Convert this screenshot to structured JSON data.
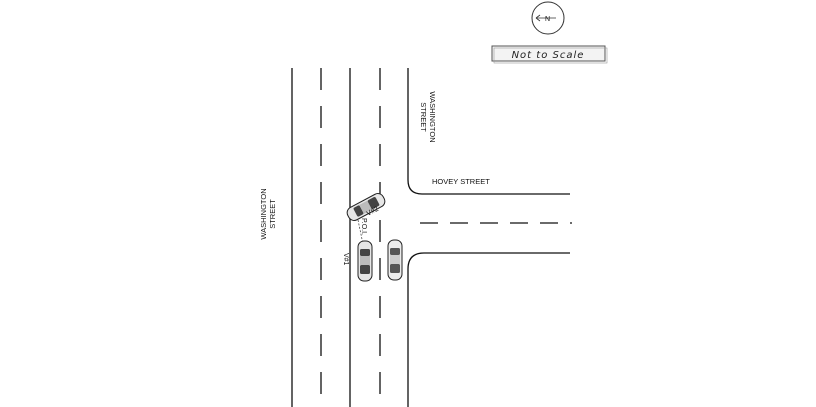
{
  "streets": {
    "washington_left_line1": "WASHINGTON",
    "washington_left_line2": "STREET",
    "washington_top_line1": "WASHINGTON",
    "washington_top_line2": "STREET",
    "hovey": "HOVEY STREET"
  },
  "scale_note": "Not to Scale",
  "compass": {
    "label": "N",
    "icon": "north-arrow-icon"
  },
  "vehicles": {
    "v1_label": "V#1",
    "v2_label": "V#2",
    "poi_label": "P.O.I."
  }
}
